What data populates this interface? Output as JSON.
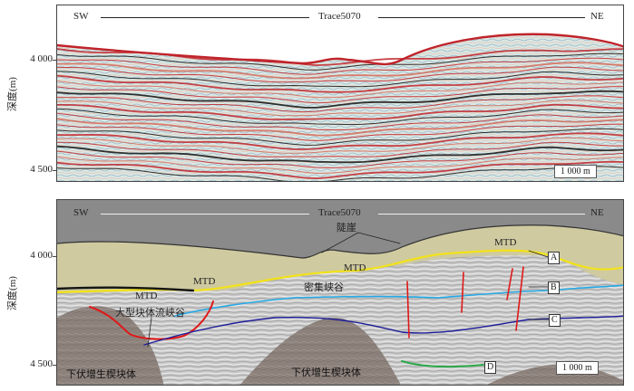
{
  "top_panel": {
    "left_end": "SW",
    "right_end": "NE",
    "trace": "Trace5070",
    "y_label": "深度(m)",
    "ticks": [
      "4 000",
      "4 500"
    ],
    "scale_bar": "1 000 m"
  },
  "bottom_panel": {
    "left_end": "SW",
    "right_end": "NE",
    "trace": "Trace5070",
    "y_label": "深度(m)",
    "ticks": [
      "4 000",
      "4 500"
    ],
    "scale_bar": "1 000 m",
    "annotations": {
      "cliff": "陡崖",
      "mtd_top": "MTD",
      "mtd_mid": "MTD",
      "mtd_left": "MTD",
      "mtd_boxed": "MTD",
      "dense_canyon": "密集峡谷",
      "large_block_canyon": "大型块体流峡谷",
      "wedge_left": "下伏增生楔块体",
      "wedge_center": "下伏增生楔块体"
    },
    "horizons": [
      "A",
      "B",
      "C",
      "D"
    ],
    "horizon_colors": {
      "A": "#f2e21a",
      "B": "#25a9e6",
      "C": "#1c1c9a",
      "D": "#2da84a",
      "MTD_base": "#151515",
      "canyon": "#e01818",
      "faults": "#e01818"
    }
  }
}
